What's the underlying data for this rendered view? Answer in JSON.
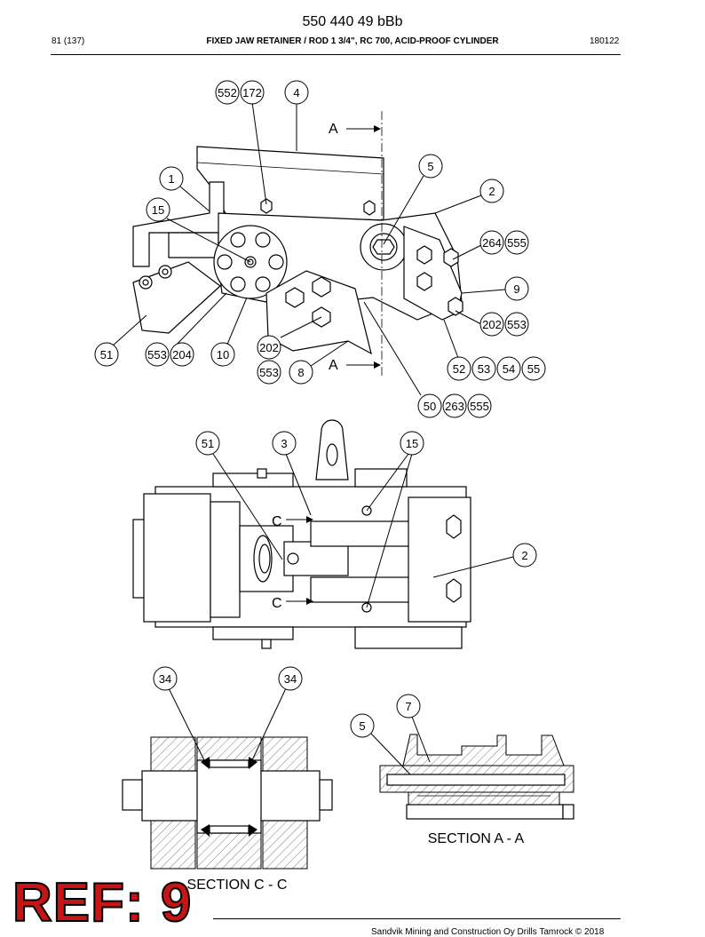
{
  "header": {
    "doc_code": "550 440 49 bBb",
    "page": "81 (137)",
    "title": "FIXED JAW RETAINER / ROD 1 3/4\", RC 700, ACID-PROOF CYLINDER",
    "date": "180122"
  },
  "callouts": {
    "c552": "552",
    "c172": "172",
    "c4": "4",
    "c5a": "5",
    "c1": "1",
    "c2a": "2",
    "c15a": "15",
    "c264": "264",
    "c555a": "555",
    "c9": "9",
    "c202a": "202",
    "c553a": "553",
    "c51a": "51",
    "c553b": "553",
    "c204": "204",
    "c10": "10",
    "c202b": "202",
    "c553c": "553",
    "c8": "8",
    "c52": "52",
    "c53": "53",
    "c54": "54",
    "c55": "55",
    "c50": "50",
    "c263": "263",
    "c555b": "555",
    "c51b": "51",
    "c3": "3",
    "c15b": "15",
    "c2b": "2",
    "c34a": "34",
    "c34b": "34",
    "c7": "7",
    "c5b": "5"
  },
  "labels": {
    "a_top": "A",
    "a_bottom": "A",
    "c_top": "C",
    "c_bottom": "C",
    "section_aa": "SECTION A - A",
    "section_cc": "SECTION C - C"
  },
  "ref_badge": "REF: 9",
  "footer": {
    "copyright": "Sandvik Mining and Construction Oy Drills Tamrock © 2018"
  }
}
